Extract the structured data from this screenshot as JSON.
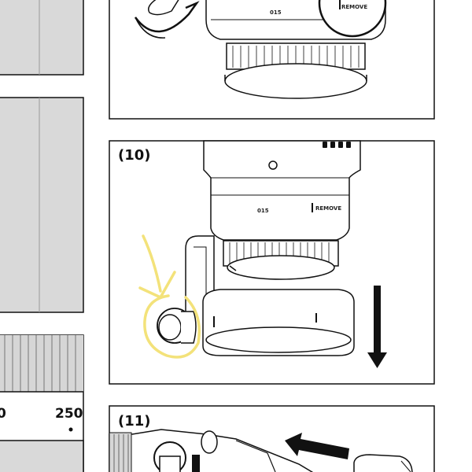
{
  "steps": {
    "step10_label": "(10)",
    "step11_label": "(11)"
  },
  "lens_markings": {
    "top_serial": "015",
    "top_remove": "REMOVE",
    "mid_serial": "015",
    "mid_remove": "REMOVE"
  },
  "focus_scale": {
    "left_partial": "0",
    "value": "250"
  },
  "colors": {
    "panel_gray": "#d9d9d9",
    "line": "#111111",
    "annotation_yellow": "#f3e27a"
  }
}
